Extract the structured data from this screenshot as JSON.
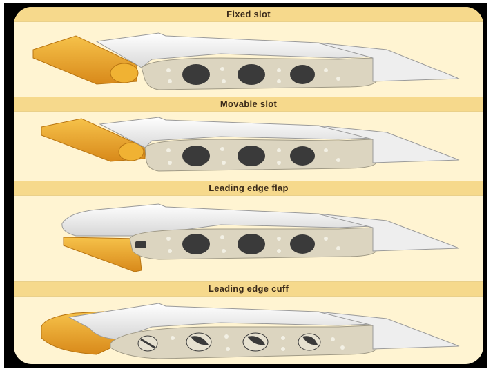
{
  "sections": [
    {
      "label": "Fixed slot"
    },
    {
      "label": "Movable slot"
    },
    {
      "label": "Leading edge flap"
    },
    {
      "label": "Leading edge cuff"
    }
  ],
  "colors": {
    "background": "#fff4d2",
    "band": "#f6d98c",
    "slat": "#eaa22a",
    "wing_skin": "#f2f2f2",
    "wing_rib": "#dcd5c0",
    "lightening_hole": "#3a3a3a",
    "border": "#000000"
  }
}
